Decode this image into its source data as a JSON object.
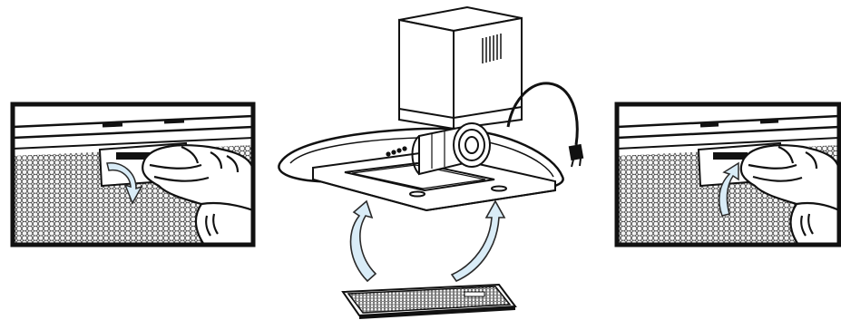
{
  "figure": {
    "panels": [
      {
        "id": "left-detail",
        "action": "release-latch-filter-swings-down"
      },
      {
        "id": "center-hood",
        "action": "lift-filter-into-hood"
      },
      {
        "id": "right-detail",
        "action": "push-filter-up-to-latch"
      }
    ],
    "colors": {
      "outline": "#111111",
      "arrow_fill": "#d9ecf7",
      "arrow_stroke": "#2a2a2a",
      "mesh_bg": "#f2f2f2",
      "frame_fill": "#ffffff"
    },
    "icons": [
      "hand-icon",
      "latch-icon",
      "up-arrow-icon",
      "down-arrow-icon",
      "power-plug-icon",
      "fan-motor-icon",
      "control-buttons-icon"
    ]
  }
}
